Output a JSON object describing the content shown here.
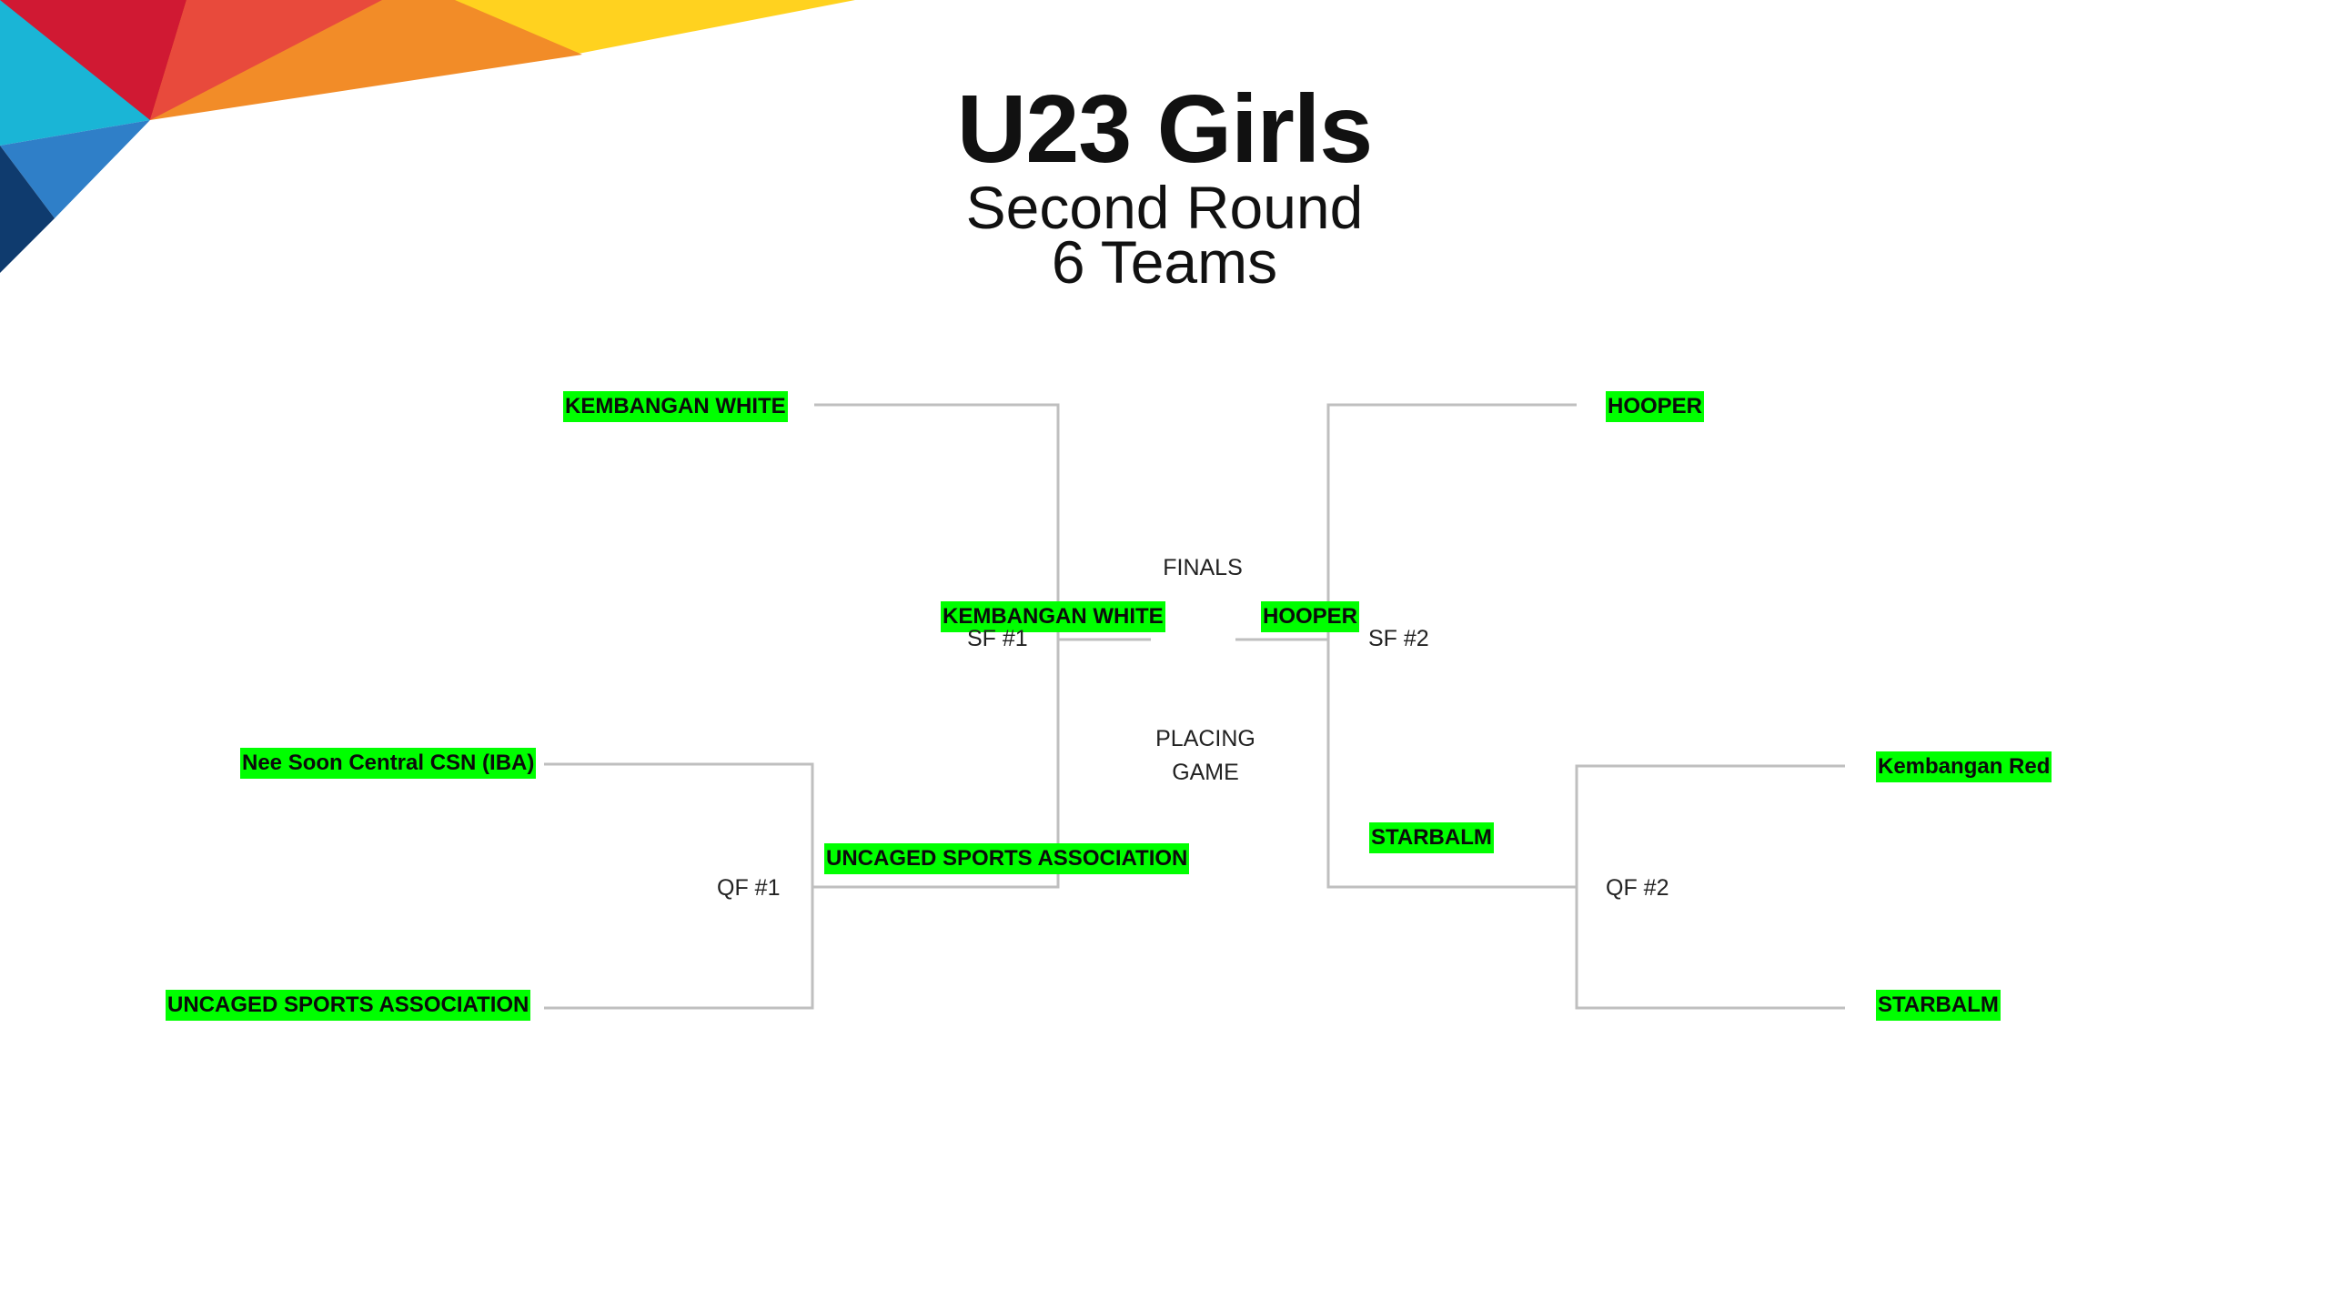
{
  "header": {
    "title": "U23 Girls",
    "subtitle": "Second Round",
    "teams_count": "6 Teams"
  },
  "brand_colors": {
    "red": "#d01933",
    "orange": "#f28c28",
    "yellow": "#ffd21f",
    "cyan": "#1ab5d6",
    "blue": "#2f7fc8",
    "navy": "#0f3b6e"
  },
  "highlight_color": "#00ff00",
  "bracket_line_color": "#bfbfbf",
  "labels": {
    "finals": "FINALS",
    "placing_game": [
      "PLACING",
      "GAME"
    ],
    "sf1": "SF #1",
    "sf2": "SF #2",
    "qf1": "QF #1",
    "qf2": "QF #2"
  },
  "teams": {
    "left_top_seed": "KEMBANGAN WHITE",
    "qf1_team_a": "Nee Soon Central CSN (IBA)",
    "qf1_team_b": "UNCAGED SPORTS ASSOCIATION",
    "qf1_winner": "UNCAGED SPORTS ASSOCIATION",
    "sf1_winner": "KEMBANGAN WHITE",
    "right_top_seed": "HOOPER",
    "qf2_team_a": "Kembangan Red",
    "qf2_team_b": "STARBALM",
    "qf2_winner": "STARBALM",
    "sf2_winner": "HOOPER"
  }
}
